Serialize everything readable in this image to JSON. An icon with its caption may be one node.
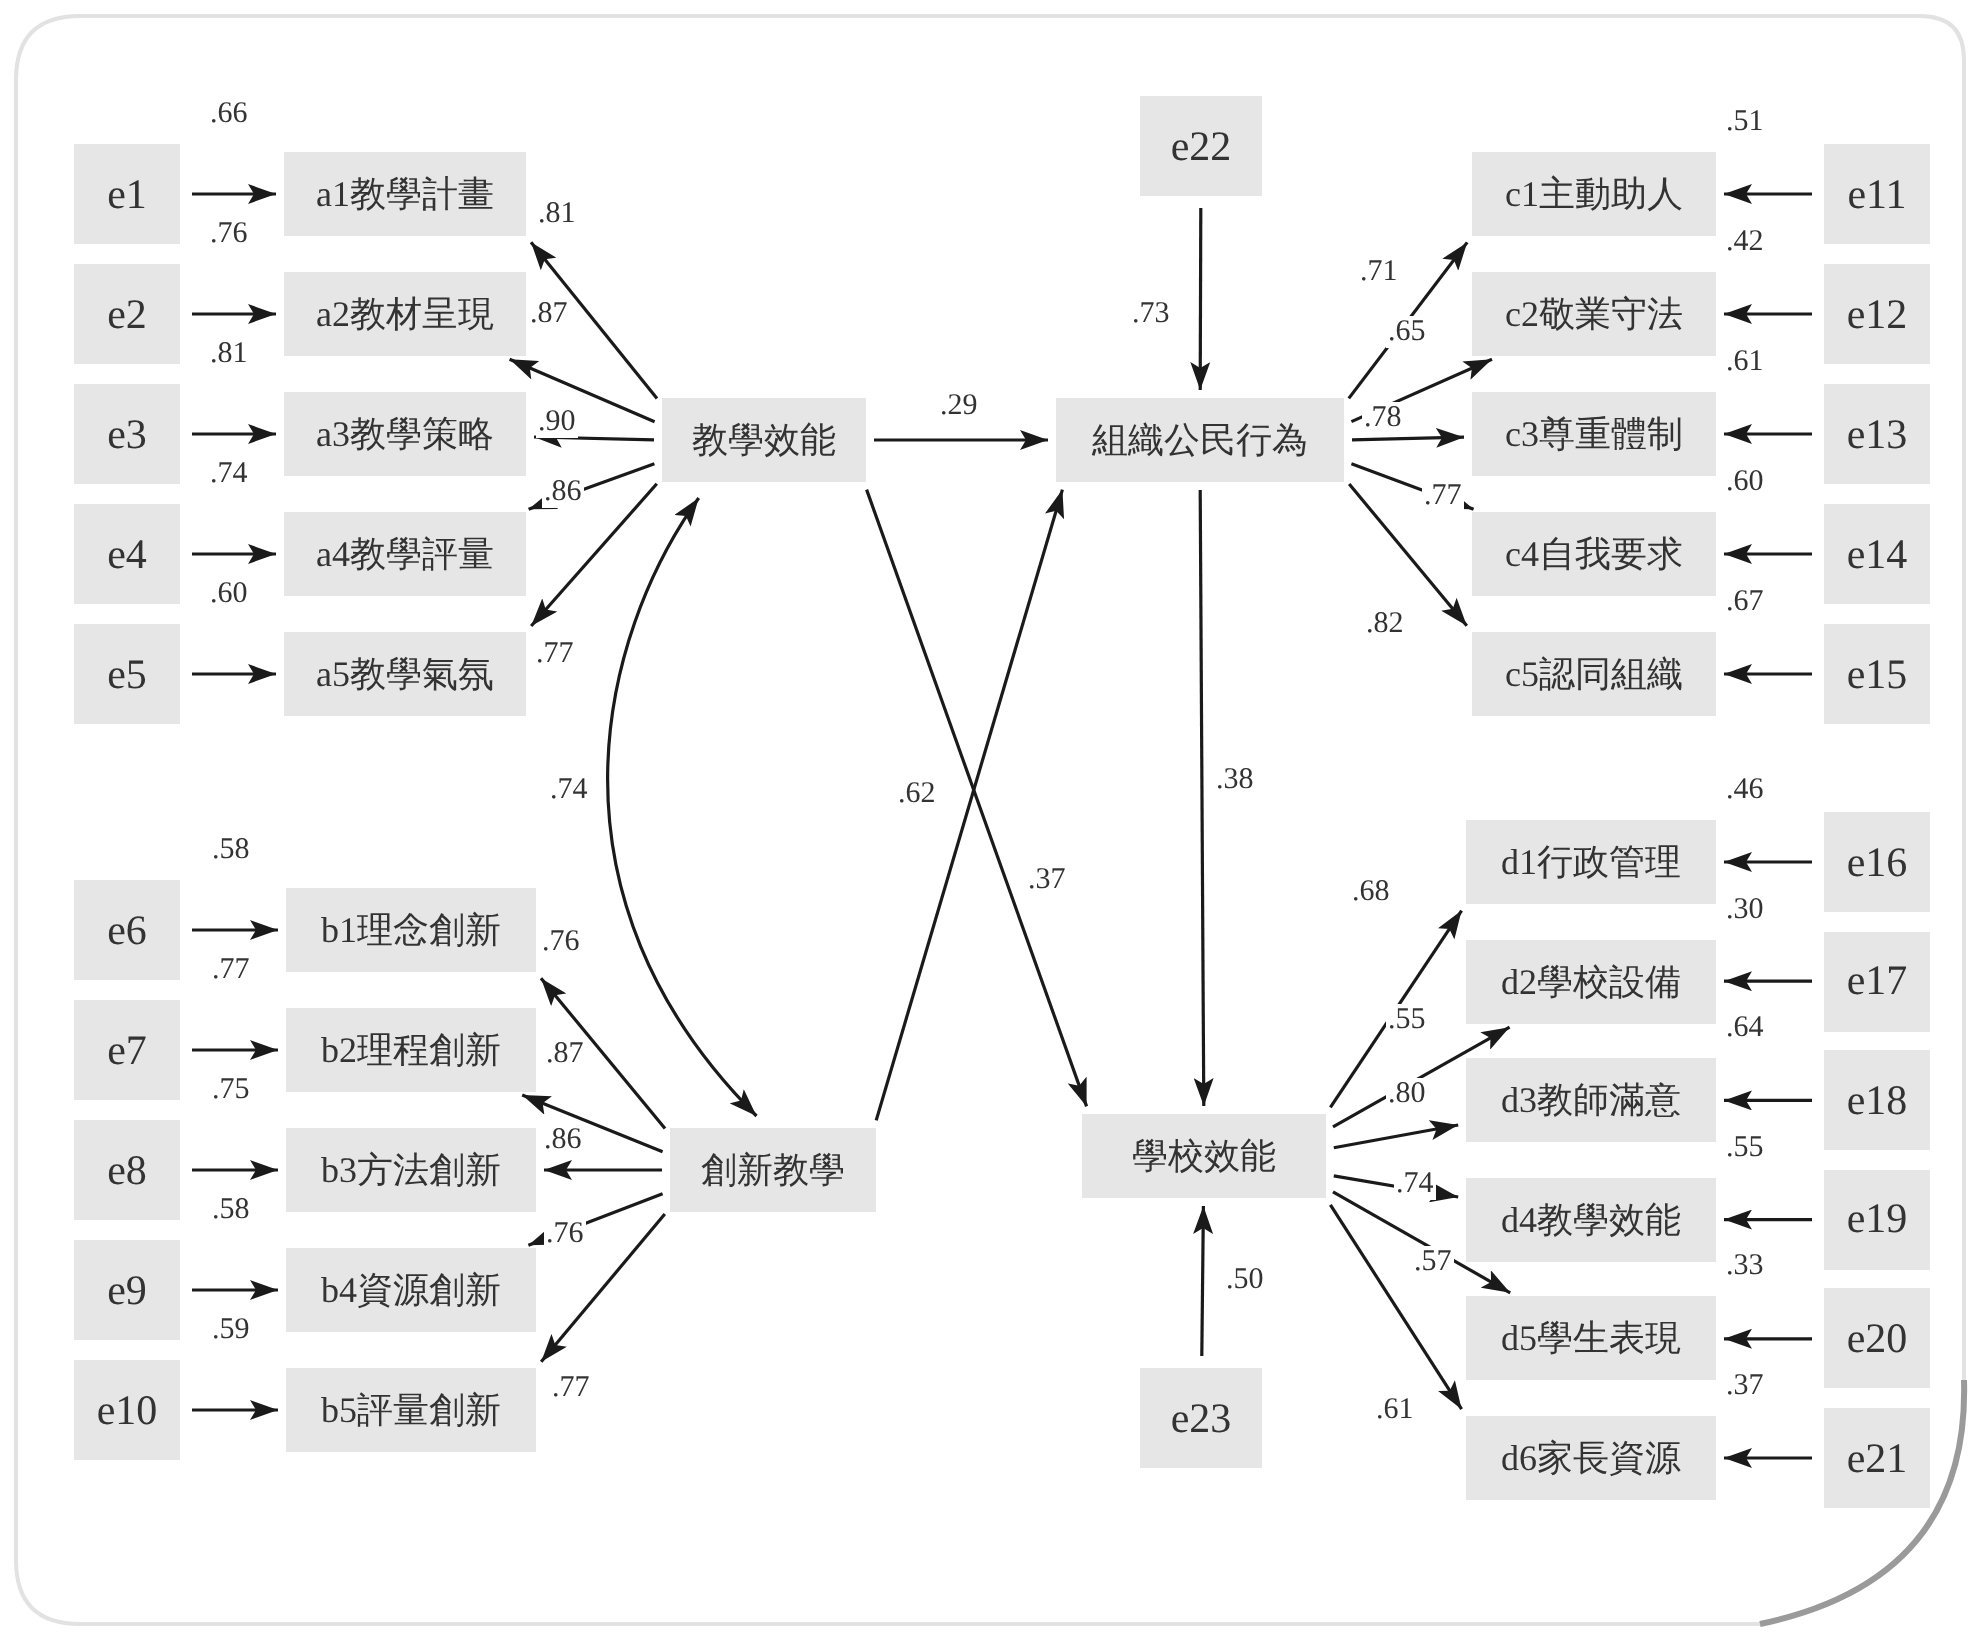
{
  "diagram": {
    "nodes": [
      {
        "text": [
          "e1"
        ]
      },
      {
        "text": [
          "e2"
        ]
      },
      {
        "text": [
          "e3"
        ]
      },
      {
        "text": [
          "e4"
        ]
      },
      {
        "text": [
          "e5"
        ]
      },
      {
        "text": [
          "a1教學計畫"
        ],
        "beside": [
          ".66"
        ]
      },
      {
        "text": [
          "a2教材呈現"
        ],
        "beside": [
          ".76"
        ]
      },
      {
        "text": [
          "a3教學策略"
        ],
        "beside": [
          ".81"
        ]
      },
      {
        "text": [
          "a4教學評量"
        ],
        "beside": [
          ".74"
        ]
      },
      {
        "text": [
          "a5教學氣氛"
        ],
        "beside": [
          ".60"
        ]
      },
      {
        "text": [
          "教學效能"
        ]
      },
      {
        "text": [
          "e22"
        ]
      },
      {
        "text": [
          "組織公民行為"
        ]
      },
      {
        "text": [
          "c1主動助人"
        ],
        "beside": [
          ".51"
        ]
      },
      {
        "text": [
          "c2敬業守法"
        ],
        "beside": [
          ".42"
        ]
      },
      {
        "text": [
          "c3尊重體制"
        ],
        "beside": [
          ".61"
        ]
      },
      {
        "text": [
          "c4自我要求"
        ],
        "beside": [
          ".60"
        ]
      },
      {
        "text": [
          "c5認同組織"
        ],
        "beside": [
          ".67"
        ]
      },
      {
        "text": [
          "e11"
        ]
      },
      {
        "text": [
          "e12"
        ]
      },
      {
        "text": [
          "e13"
        ]
      },
      {
        "text": [
          "e14"
        ]
      },
      {
        "text": [
          "e15"
        ]
      },
      {
        "text": [
          "e6"
        ]
      },
      {
        "text": [
          "e7"
        ]
      },
      {
        "text": [
          "e8"
        ]
      },
      {
        "text": [
          "e9"
        ]
      },
      {
        "text": [
          "e10"
        ]
      },
      {
        "text": [
          "b1理念創新"
        ],
        "beside": [
          ".58"
        ]
      },
      {
        "text": [
          "b2理程創新"
        ],
        "beside": [
          ".77"
        ]
      },
      {
        "text": [
          "b3方法創新"
        ],
        "beside": [
          ".75"
        ]
      },
      {
        "text": [
          "b4資源創新"
        ],
        "beside": [
          ".58"
        ]
      },
      {
        "text": [
          "b5評量創新"
        ],
        "beside": [
          ".59"
        ]
      },
      {
        "text": [
          "創新教學"
        ]
      },
      {
        "text": [
          "學校效能"
        ]
      },
      {
        "text": [
          "d1行政管理"
        ],
        "beside": [
          ".46"
        ]
      },
      {
        "text": [
          "d2學校設備"
        ],
        "beside": [
          ".30"
        ]
      },
      {
        "text": [
          "d3教師滿意"
        ],
        "beside": [
          ".64"
        ]
      },
      {
        "text": [
          "d4教學效能"
        ],
        "beside": [
          ".55"
        ]
      },
      {
        "text": [
          "d5學生表現"
        ],
        "beside": [
          ".33"
        ]
      },
      {
        "text": [
          "d6家長資源"
        ],
        "beside": [
          ".37"
        ]
      },
      {
        "text": [
          "e16"
        ]
      },
      {
        "text": [
          "e17"
        ]
      },
      {
        "text": [
          "e18"
        ]
      },
      {
        "text": [
          "e19"
        ]
      },
      {
        "text": [
          "e20"
        ]
      },
      {
        "text": [
          "e21"
        ]
      },
      {
        "text": [
          "e23"
        ]
      }
    ],
    "edges": [
      {
        "from": 0,
        "to": 5,
        "arrow": "to"
      },
      {
        "from": 1,
        "to": 6,
        "arrow": "to"
      },
      {
        "from": 2,
        "to": 7,
        "arrow": "to"
      },
      {
        "from": 3,
        "to": 8,
        "arrow": "to"
      },
      {
        "from": 4,
        "to": 9,
        "arrow": "to"
      },
      {
        "from": 10,
        "to": 5,
        "arrow": "to",
        "label": ".81"
      },
      {
        "from": 10,
        "to": 6,
        "arrow": "to",
        "label": ".87"
      },
      {
        "from": 10,
        "to": 7,
        "arrow": "to",
        "label": ".90"
      },
      {
        "from": 10,
        "to": 8,
        "arrow": "to",
        "label": ".86"
      },
      {
        "from": 10,
        "to": 9,
        "arrow": "to",
        "label": ".77"
      },
      {
        "from": 10,
        "to": 12,
        "arrow": "to",
        "label": ".29"
      },
      {
        "from": 11,
        "to": 12,
        "arrow": "to",
        "label": ".73"
      },
      {
        "from": 12,
        "to": 13,
        "arrow": "to",
        "label": ".71"
      },
      {
        "from": 12,
        "to": 14,
        "arrow": "to",
        "label": ".65"
      },
      {
        "from": 12,
        "to": 15,
        "arrow": "to",
        "label": ".78"
      },
      {
        "from": 12,
        "to": 16,
        "arrow": "to",
        "label": ".77"
      },
      {
        "from": 12,
        "to": 17,
        "arrow": "to",
        "label": ".82"
      },
      {
        "from": 18,
        "to": 13,
        "arrow": "to"
      },
      {
        "from": 19,
        "to": 14,
        "arrow": "to"
      },
      {
        "from": 20,
        "to": 15,
        "arrow": "to"
      },
      {
        "from": 21,
        "to": 16,
        "arrow": "to"
      },
      {
        "from": 22,
        "to": 17,
        "arrow": "to"
      },
      {
        "from": 23,
        "to": 28,
        "arrow": "to"
      },
      {
        "from": 24,
        "to": 29,
        "arrow": "to"
      },
      {
        "from": 25,
        "to": 30,
        "arrow": "to"
      },
      {
        "from": 26,
        "to": 31,
        "arrow": "to"
      },
      {
        "from": 27,
        "to": 32,
        "arrow": "to"
      },
      {
        "from": 33,
        "to": 28,
        "arrow": "to",
        "label": ".76"
      },
      {
        "from": 33,
        "to": 29,
        "arrow": "to",
        "label": ".87"
      },
      {
        "from": 33,
        "to": 30,
        "arrow": "to",
        "label": ".86"
      },
      {
        "from": 33,
        "to": 31,
        "arrow": "to",
        "label": ".76"
      },
      {
        "from": 33,
        "to": 32,
        "arrow": "to",
        "label": ".77"
      },
      {
        "from": 10,
        "to": 33,
        "arrow": "both",
        "label": ".74"
      },
      {
        "from": 33,
        "to": 12,
        "arrow": "to",
        "label": ".62"
      },
      {
        "from": 10,
        "to": 34,
        "arrow": "to",
        "label": ".37"
      },
      {
        "from": 12,
        "to": 34,
        "arrow": "to",
        "label": ".38"
      },
      {
        "from": 34,
        "to": 35,
        "arrow": "to",
        "label": ".68"
      },
      {
        "from": 34,
        "to": 36,
        "arrow": "to",
        "label": ".55"
      },
      {
        "from": 34,
        "to": 37,
        "arrow": "to",
        "label": ".80"
      },
      {
        "from": 34,
        "to": 38,
        "arrow": "to",
        "label": ".74"
      },
      {
        "from": 34,
        "to": 39,
        "arrow": "to",
        "label": ".57"
      },
      {
        "from": 34,
        "to": 40,
        "arrow": "to",
        "label": ".61"
      },
      {
        "from": 41,
        "to": 35,
        "arrow": "to"
      },
      {
        "from": 42,
        "to": 36,
        "arrow": "to"
      },
      {
        "from": 43,
        "to": 37,
        "arrow": "to"
      },
      {
        "from": 44,
        "to": 38,
        "arrow": "to"
      },
      {
        "from": 45,
        "to": 39,
        "arrow": "to"
      },
      {
        "from": 46,
        "to": 40,
        "arrow": "to"
      },
      {
        "from": 47,
        "to": 34,
        "arrow": "to",
        "label": ".50"
      }
    ]
  }
}
